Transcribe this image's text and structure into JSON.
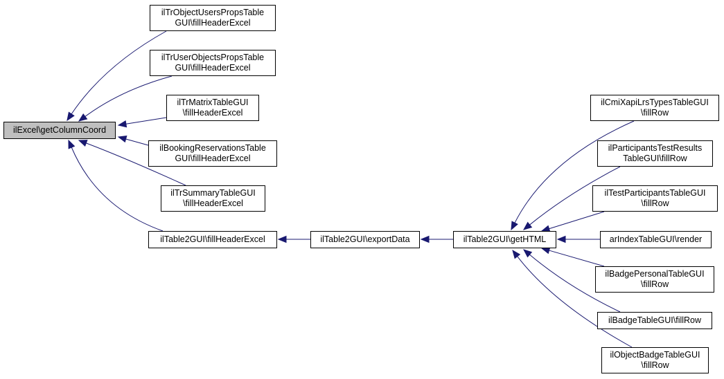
{
  "diagram": {
    "edge_color": "#191970",
    "focus_fill": "#bfbfbf",
    "nodes": [
      {
        "id": "getColumnCoord",
        "lines": [
          "ilExcel\\getColumnCoord"
        ],
        "focus": true
      },
      {
        "id": "trObjUsers",
        "lines": [
          "ilTrObjectUsersPropsTable",
          "GUI\\fillHeaderExcel"
        ]
      },
      {
        "id": "trUserObjs",
        "lines": [
          "ilTrUserObjectsPropsTable",
          "GUI\\fillHeaderExcel"
        ]
      },
      {
        "id": "trMatrix",
        "lines": [
          "ilTrMatrixTableGUI",
          "\\fillHeaderExcel"
        ]
      },
      {
        "id": "booking",
        "lines": [
          "ilBookingReservationsTable",
          "GUI\\fillHeaderExcel"
        ]
      },
      {
        "id": "trSummary",
        "lines": [
          "ilTrSummaryTableGUI",
          "\\fillHeaderExcel"
        ]
      },
      {
        "id": "t2FillHeader",
        "lines": [
          "ilTable2GUI\\fillHeaderExcel"
        ]
      },
      {
        "id": "t2Export",
        "lines": [
          "ilTable2GUI\\exportData"
        ]
      },
      {
        "id": "t2GetHTML",
        "lines": [
          "ilTable2GUI\\getHTML"
        ]
      },
      {
        "id": "cmiXapi",
        "lines": [
          "ilCmiXapiLrsTypesTableGUI",
          "\\fillRow"
        ]
      },
      {
        "id": "partTestRes",
        "lines": [
          "ilParticipantsTestResults",
          "TableGUI\\fillRow"
        ]
      },
      {
        "id": "testPart",
        "lines": [
          "ilTestParticipantsTableGUI",
          "\\fillRow"
        ]
      },
      {
        "id": "arIndex",
        "lines": [
          "arIndexTableGUI\\render"
        ]
      },
      {
        "id": "badgePersonal",
        "lines": [
          "ilBadgePersonalTableGUI",
          "\\fillRow"
        ]
      },
      {
        "id": "badgeTable",
        "lines": [
          "ilBadgeTableGUI\\fillRow"
        ]
      },
      {
        "id": "objBadge",
        "lines": [
          "ilObjectBadgeTableGUI",
          "\\fillRow"
        ]
      }
    ],
    "edges": [
      {
        "from": "trObjUsers",
        "to": "getColumnCoord"
      },
      {
        "from": "trUserObjs",
        "to": "getColumnCoord"
      },
      {
        "from": "trMatrix",
        "to": "getColumnCoord"
      },
      {
        "from": "booking",
        "to": "getColumnCoord"
      },
      {
        "from": "trSummary",
        "to": "getColumnCoord"
      },
      {
        "from": "t2FillHeader",
        "to": "getColumnCoord"
      },
      {
        "from": "t2Export",
        "to": "t2FillHeader"
      },
      {
        "from": "t2GetHTML",
        "to": "t2Export"
      },
      {
        "from": "cmiXapi",
        "to": "t2GetHTML"
      },
      {
        "from": "partTestRes",
        "to": "t2GetHTML"
      },
      {
        "from": "testPart",
        "to": "t2GetHTML"
      },
      {
        "from": "arIndex",
        "to": "t2GetHTML"
      },
      {
        "from": "badgePersonal",
        "to": "t2GetHTML"
      },
      {
        "from": "badgeTable",
        "to": "t2GetHTML"
      },
      {
        "from": "objBadge",
        "to": "t2GetHTML"
      }
    ]
  }
}
